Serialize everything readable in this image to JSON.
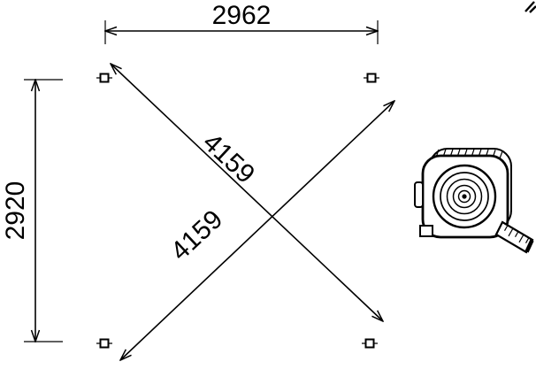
{
  "diagram": {
    "width_dimension": "2962",
    "height_dimension": "2920",
    "diagonal_top": "4159",
    "diagonal_bottom": "4159"
  },
  "icons": {
    "tape_measure": "tape-measure-icon"
  },
  "colors": {
    "ink": "#000000",
    "background": "#ffffff"
  }
}
